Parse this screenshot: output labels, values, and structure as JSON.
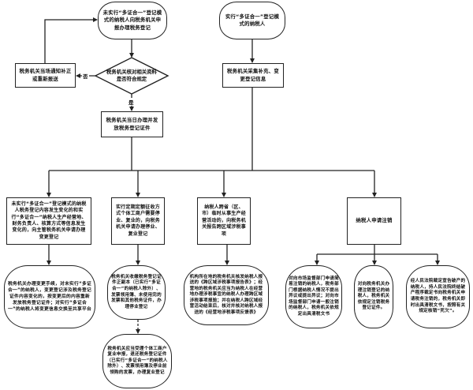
{
  "diagram": {
    "type": "flowchart",
    "nodes": {
      "start_not_multi": {
        "shape": "terminal",
        "text": "未实行“多证合一”登记模式的纳税人向税务机关申报办理税务登记"
      },
      "start_multi": {
        "shape": "terminal",
        "text": "实行“多证合一”登记模式的纳税人"
      },
      "check_materials": {
        "shape": "decision",
        "text": "税务机关核对相关资料是否符合规定"
      },
      "notify_correct": {
        "shape": "process",
        "text": "税务机关当场通知补正或重新报送"
      },
      "collect_info": {
        "shape": "process",
        "text": "税务机关采集补充、变更登记信息"
      },
      "issue_certificate": {
        "shape": "process",
        "text": "税务机关当日办理并发放税务登记证件"
      },
      "change_registration": {
        "shape": "process",
        "text": "未实行“多证合一”登记模式的纳税人税务登记内容发生变化的和实行“多证合一”纳税人生产经营地、财务负责人、核算方式等信息发生变化的，向主管税务机关申请办理变更登记"
      },
      "suspend_business": {
        "shape": "process",
        "text": "实行定期定额征收方式个体工商户需要停业、复业的，向税务机关申请办理停业、复业登记"
      },
      "cross_region": {
        "shape": "process",
        "text": "纳税人跨省（区、市）临时从事生产经营活动的，向税务机关报告跨区域涉税事项"
      },
      "deregistration": {
        "shape": "process",
        "text": "纳税人申请注销"
      },
      "change_result": {
        "shape": "oval",
        "text": "税务机关办理变更手续，对未实行“多证合一”的纳税人，变更登记涉及税务登记证件内容变化的，按变更后的内容重新发放税务登记证件；对实行“多证合一”的纳税人将变更信息交换至共享平台"
      },
      "suspend_result": {
        "shape": "oval",
        "text": "税务机关收缴税务登记证件正副本（已实行“多证合一”的纳税人除外）、发票领用簿、未使用完的发票和其他税务证件，办理停业登记"
      },
      "resume_result": {
        "shape": "oval",
        "text": "税务机关应当受理个体工商户复业申报，退还税务登记证件（已实行“多证合一”的纳税人除外）、发票领用簿及停业前领购的发票，办理复业登记"
      },
      "cross_region_result": {
        "shape": "oval",
        "text": "机构所在地的税务机关核发纳税人报送的《跨区域涉税事项报告表》；经营地的税务机关应当为纳税人在经营地办理涉税事宜的纳税人办理跨区域涉税事项报验；并在纳税人跨区域经营活动结束后，核对并核对纳税人报送的《经营地涉税事项反馈表》"
      },
      "dereg_market_dept": {
        "shape": "oval",
        "text": "对向市场监督部门申请简易注销的纳税人，税务部门根据纳税人情况不提出异议或提出异议；对向市场监督部门申请一般注销的纳税人，税务机关依规定出具清税文书"
      },
      "dereg_tax_dept": {
        "shape": "oval",
        "text": "对向税务机关办理注销登记的纳税人，税务机关依规定注销税务登记证件。"
      },
      "dereg_bankruptcy": {
        "shape": "oval",
        "text": "经人民法院裁定宣告破产的纳税人，持人民法院终结破产程序裁定书向税务机关申请税务注销的，税务机关即时出具清税文书，按照有关规定核销“死欠”。"
      }
    },
    "edge_labels": {
      "no": "否",
      "yes": "是"
    },
    "edges": [
      {
        "from": "start_not_multi",
        "to": "check_materials"
      },
      {
        "from": "check_materials",
        "to": "notify_correct",
        "label": "否"
      },
      {
        "from": "notify_correct",
        "to": "start_not_multi"
      },
      {
        "from": "check_materials",
        "to": "issue_certificate",
        "label": "是"
      },
      {
        "from": "start_multi",
        "to": "collect_info"
      },
      {
        "from": "issue_certificate",
        "to": "bus"
      },
      {
        "from": "collect_info",
        "to": "bus"
      },
      {
        "from": "bus",
        "to": "change_registration"
      },
      {
        "from": "bus",
        "to": "suspend_business"
      },
      {
        "from": "bus",
        "to": "cross_region"
      },
      {
        "from": "bus",
        "to": "deregistration"
      },
      {
        "from": "change_registration",
        "to": "change_result"
      },
      {
        "from": "suspend_business",
        "to": "suspend_result"
      },
      {
        "from": "suspend_result",
        "to": "resume_result",
        "style": "dashed"
      },
      {
        "from": "cross_region",
        "to": "cross_region_result"
      },
      {
        "from": "deregistration",
        "to": "dereg_market_dept"
      },
      {
        "from": "deregistration",
        "to": "dereg_tax_dept"
      },
      {
        "from": "deregistration",
        "to": "dereg_bankruptcy"
      }
    ],
    "colors": {
      "line": "#222222",
      "background": "#ffffff",
      "text": "#111111"
    }
  }
}
